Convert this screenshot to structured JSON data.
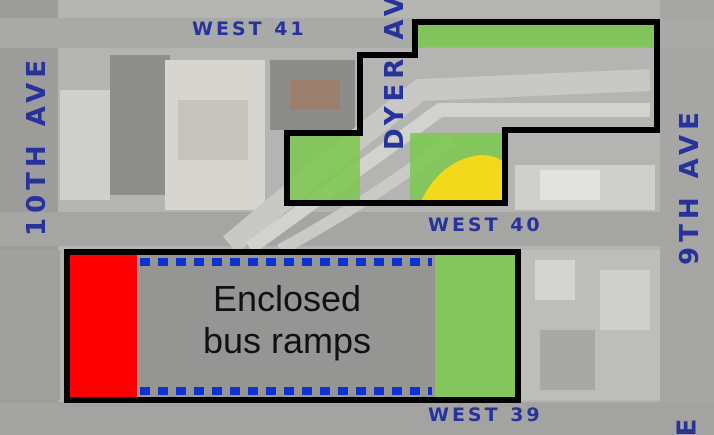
{
  "streets": {
    "west_41": "WEST 41",
    "west_40": "WEST 40",
    "west_39": "WEST 39",
    "tenth_ave": "10TH AVE",
    "ninth_ave": "9TH AVE",
    "dyer_ave": "DYER AV",
    "ninth_ave_edge": "E"
  },
  "zones": {
    "bus_ramps_line1": "Enclosed",
    "bus_ramps_line2": "bus ramps"
  },
  "colors": {
    "street_label": "#27339a",
    "red_zone": "#ff0000",
    "green_zone": "#7cc84e",
    "yellow_zone": "#f2d91c",
    "outline": "#000000",
    "dashed_border": "#1030d0",
    "enclosed_fill": "#8c8c8c"
  }
}
